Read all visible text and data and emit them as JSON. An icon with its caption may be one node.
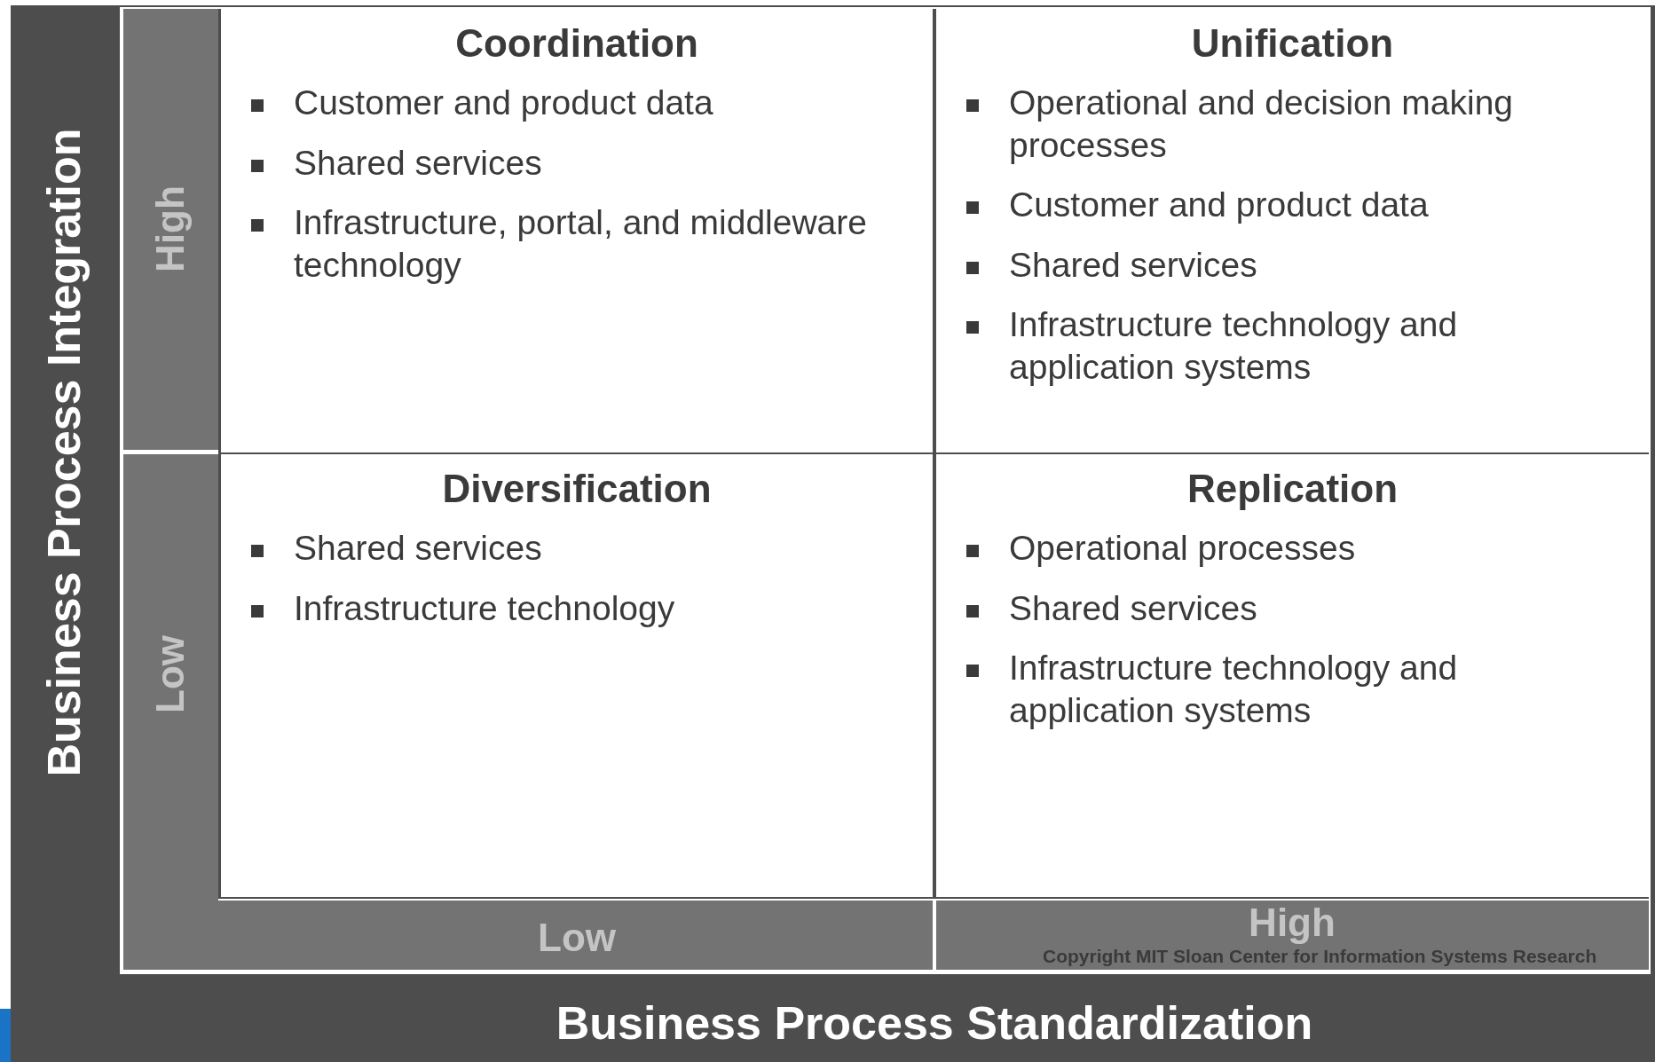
{
  "diagram": {
    "nodes": [
      {
        "text": [
          "Coordination",
          "Customer and product data",
          "Shared services",
          "Infrastructure, portal, and middleware technology"
        ]
      },
      {
        "text": [
          "Unification",
          "Operational and decision making processes",
          "Customer and product data",
          "Shared services",
          "Infrastructure technology and application systems"
        ]
      },
      {
        "text": [
          "Diversification",
          "Shared services",
          "Infrastructure technology"
        ]
      },
      {
        "text": [
          "Replication",
          "Operational processes",
          "Shared services",
          "Infrastructure technology and application systems"
        ]
      }
    ],
    "labels": [
      "Business Process Integration",
      "High",
      "Low",
      "Low",
      "High",
      "Copyright MIT Sloan Center for Information Systems Research",
      "Business Process Standardization"
    ]
  }
}
